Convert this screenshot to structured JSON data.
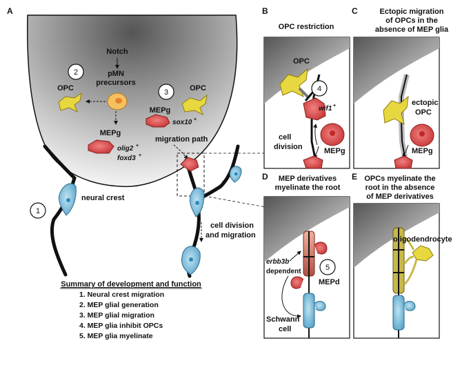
{
  "panels": {
    "a": {
      "letter": "A",
      "notch": "Notch",
      "precursors_1": "pMN",
      "precursors_2": "precursors",
      "num_2": "2",
      "num_3": "3",
      "num_1": "1",
      "opc_left": "OPC",
      "opc_right": "OPC",
      "mepg_mid": "MEPg",
      "olig2": "olig2",
      "foxd3": "foxd3",
      "mepg_right": "MEPg",
      "sox10": "sox10",
      "migration_path": "migration path",
      "neural_crest": "neural crest",
      "cell_division_1": "cell division",
      "cell_division_2": "and migration",
      "plus": "+"
    },
    "b": {
      "letter": "B",
      "title": "OPC restriction",
      "opc": "OPC",
      "num_4": "4",
      "wif1": "wif1",
      "cell": "cell",
      "division": "division",
      "mepg": "MEPg",
      "plus": "+"
    },
    "c": {
      "letter": "C",
      "title_1": "Ectopic migration",
      "title_2": "of OPCs in the",
      "title_3": "absence of MEP glia",
      "ectopic": "ectopic",
      "opc": "OPC",
      "mepg": "MEPg"
    },
    "d": {
      "letter": "D",
      "title_1": "MEP derivatives",
      "title_2": "myelinate the root",
      "erbb3b": "erbb3b",
      "dependent": "dependent",
      "num_5": "5",
      "mepd": "MEPd",
      "schwann": "Schwann",
      "cell": "cell"
    },
    "e": {
      "letter": "E",
      "title_1": "OPCs myelinate the",
      "title_2": "root in the absence",
      "title_3": "of MEP derivatives",
      "oligo": "oligodendrocyte"
    }
  },
  "summary": {
    "title": "Summary of development and function",
    "items": [
      "1. Neural crest migration",
      "2. MEP glial generation",
      "3. MEP glial migration",
      "4. MEP glia inhibit OPCs",
      "5. MEP glia myelinate"
    ]
  },
  "colors": {
    "opc": "#e8d840",
    "mep": "#e86060",
    "crest": "#7cc0e0",
    "oligo": "#c8b84a",
    "nerve": "#111111"
  }
}
